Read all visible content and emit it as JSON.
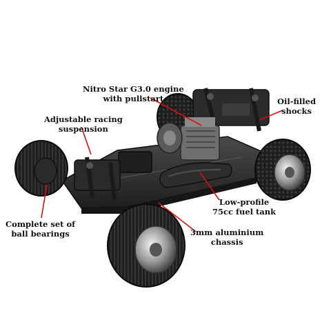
{
  "colors": {
    "callout_line": "#d80f0f",
    "text": "#111111",
    "background": "#ffffff"
  },
  "labels": {
    "engine": [
      "Nitro Star G3.0 engine",
      "with pullstart"
    ],
    "shocks": [
      "Oil-filled",
      "shocks"
    ],
    "suspension": [
      "Adjustable racing",
      "suspension"
    ],
    "fuel_tank": [
      "Low-profile",
      "75cc fuel tank"
    ],
    "bearings": [
      "Complete set of",
      "ball bearings"
    ],
    "chassis": [
      "3mm aluminium",
      "chassis"
    ]
  }
}
